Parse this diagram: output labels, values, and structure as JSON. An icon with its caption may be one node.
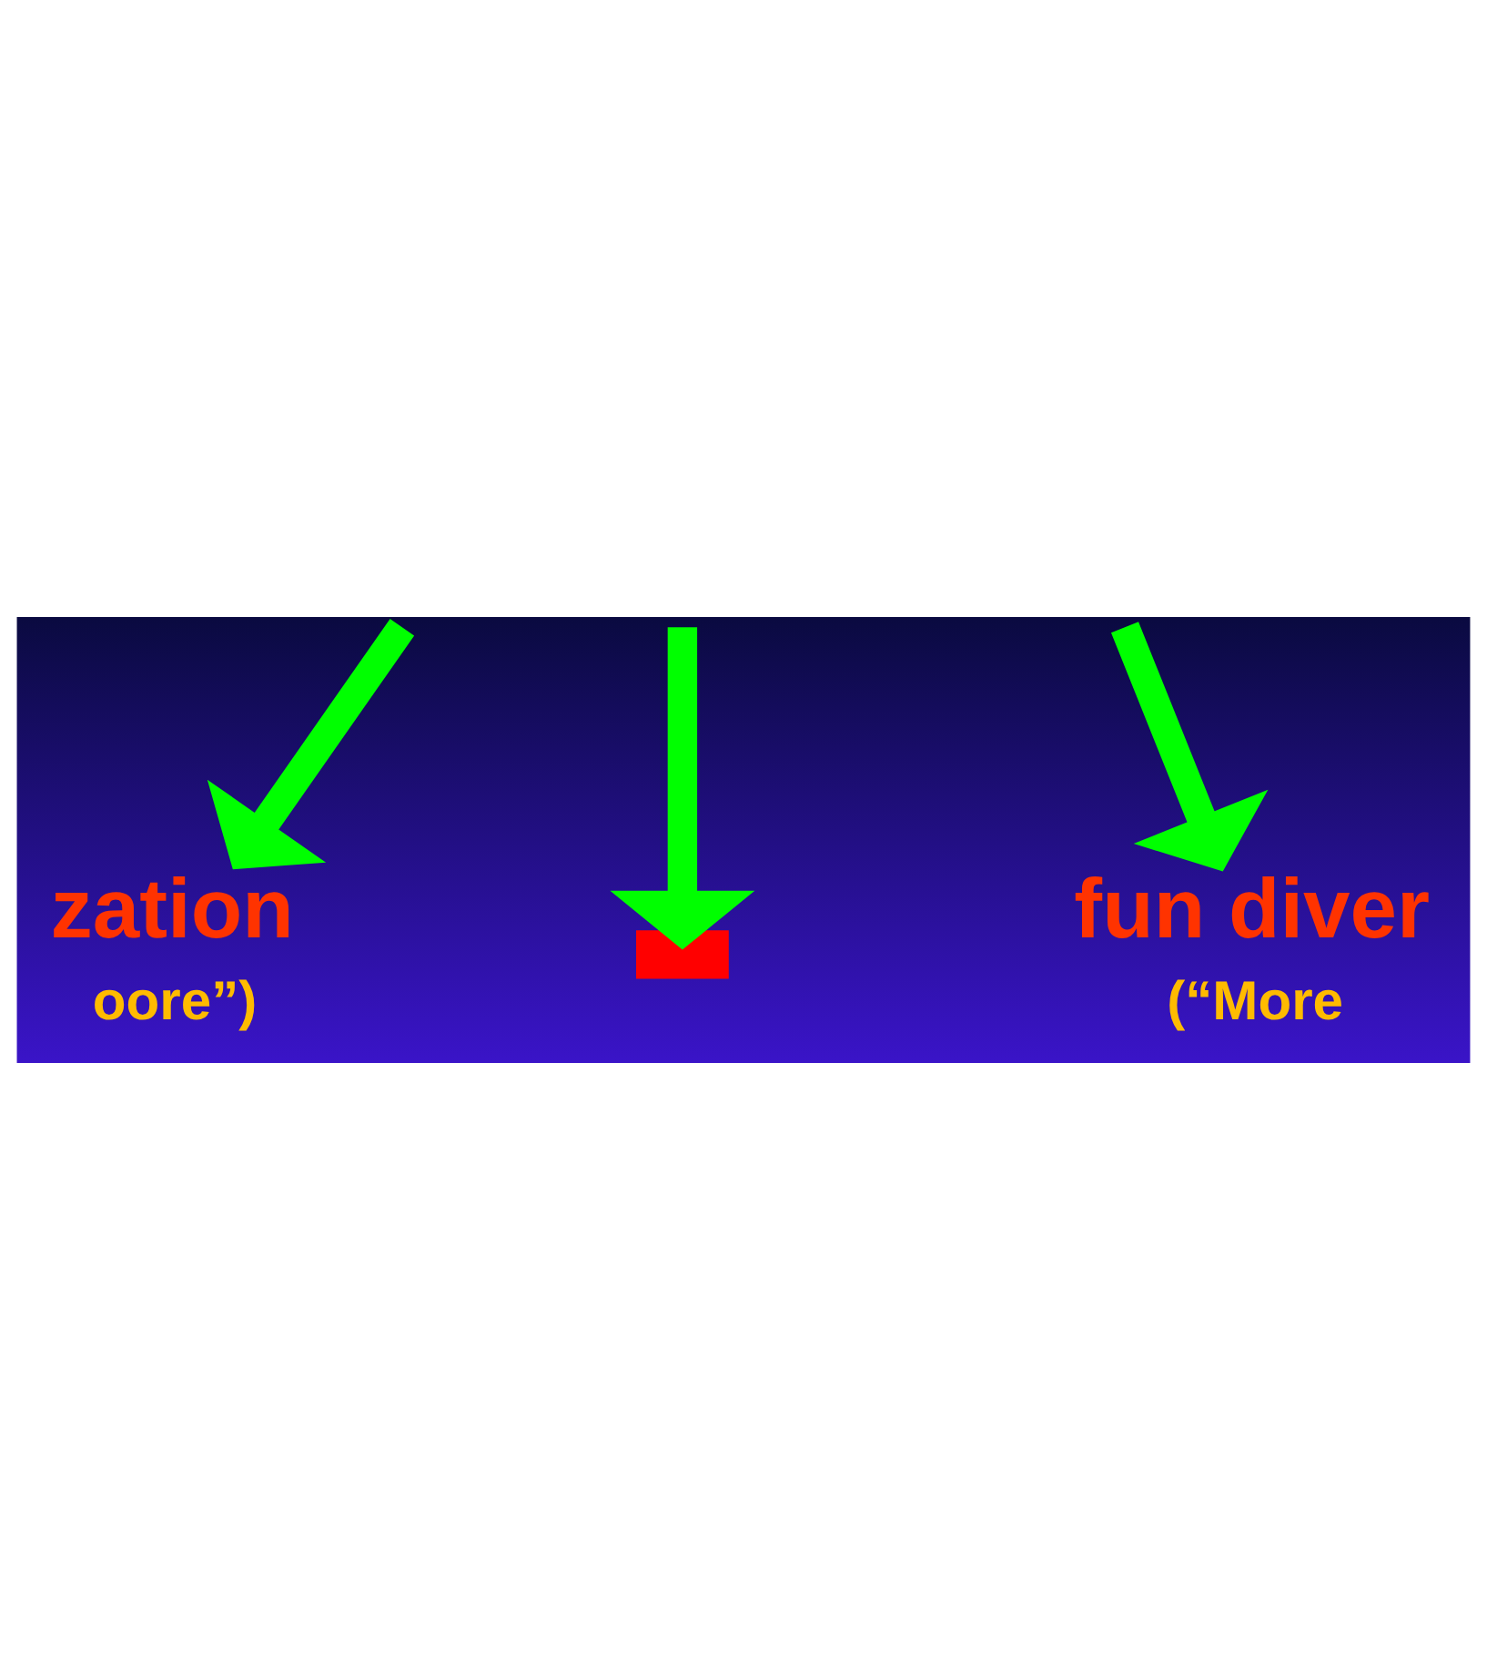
{
  "diagram": {
    "nodes": [
      {
        "text": [
          "zation",
          "oore”)"
        ]
      },
      {
        "text": [
          "fun diver",
          "(“More"
        ]
      },
      {
        "text": [],
        "shape": "box"
      }
    ],
    "edges": [
      {
        "from": null,
        "to": 0,
        "arrow": "to"
      },
      {
        "from": null,
        "to": 2,
        "arrow": "to"
      },
      {
        "from": null,
        "to": 1,
        "arrow": "to"
      }
    ]
  }
}
